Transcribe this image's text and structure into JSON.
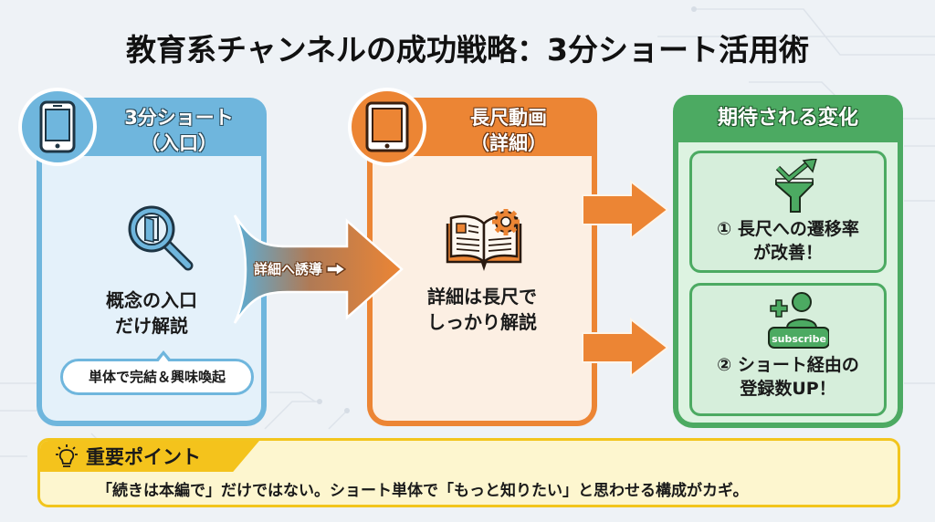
{
  "title": "教育系チャンネルの成功戦略：3分ショート活用術",
  "colors": {
    "blue": "#6fb6dd",
    "orange": "#ec8534",
    "green": "#4caa62",
    "yellow": "#f4c31c",
    "background": "#eef2f6"
  },
  "short_panel": {
    "icon": "smartphone-icon",
    "heading_line1": "3分ショート",
    "heading_line2": "（入口）",
    "content_icon": "magnifier-door-icon",
    "body_line1": "概念の入口",
    "body_line2": "だけ解説",
    "bubble": "単体で完結＆興味喚起"
  },
  "transition_arrow": {
    "label": "詳細へ誘導",
    "icon": "right-arrow-icon"
  },
  "long_panel": {
    "icon": "tablet-icon",
    "heading_line1": "長尺動画",
    "heading_line2": "（詳細）",
    "content_icon": "open-book-gear-icon",
    "body_line1": "詳細は長尺で",
    "body_line2": "しっかり解説"
  },
  "result_panel": {
    "heading": "期待される変化",
    "items": [
      {
        "icon": "funnel-growth-icon",
        "line1": "① 長尺への遷移率",
        "line2": "が改善！"
      },
      {
        "icon": "subscribe-user-icon",
        "badge": "subscribe",
        "line1": "② ショート経由の",
        "line2": "登録数UP！"
      }
    ]
  },
  "key_point": {
    "icon": "lightbulb-icon",
    "title": "重要ポイント",
    "text": "「続きは本編で」だけではない。ショート単体で「もっと知りたい」と思わせる構成がカギ。"
  }
}
